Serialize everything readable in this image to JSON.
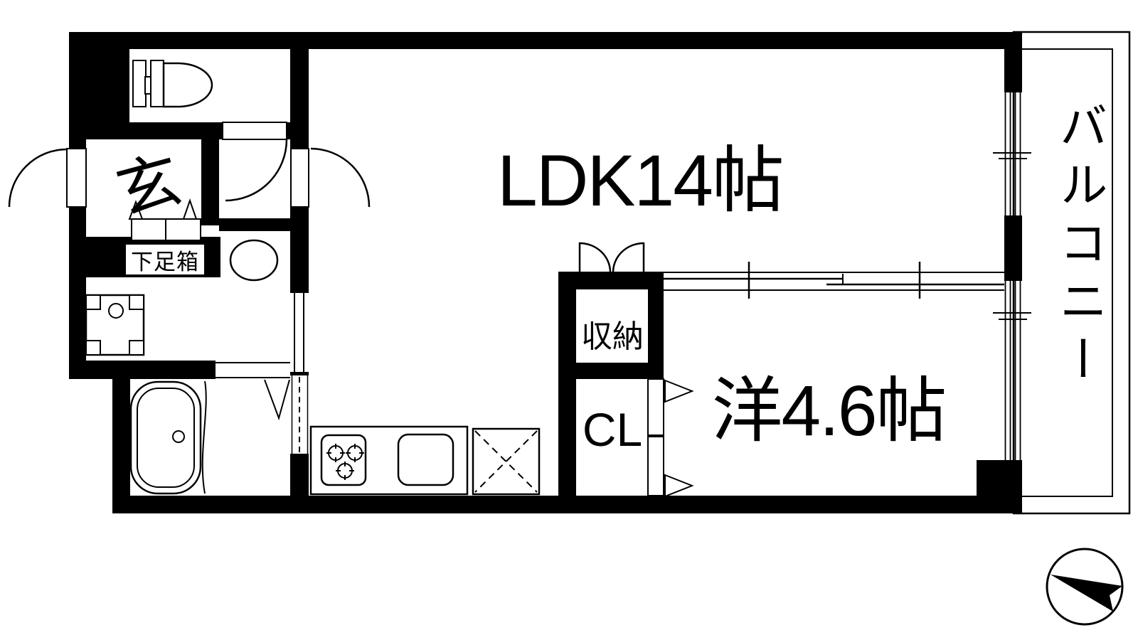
{
  "labels": {
    "ldk": "LDK14帖",
    "western_room": "洋4.6帖",
    "balcony": "バルコニー",
    "entrance": "玄",
    "shoe_box": "下足箱",
    "storage": "収納",
    "closet": "CL"
  },
  "colors": {
    "wall": "#000000",
    "floor": "#ffffff",
    "line": "#000000"
  }
}
